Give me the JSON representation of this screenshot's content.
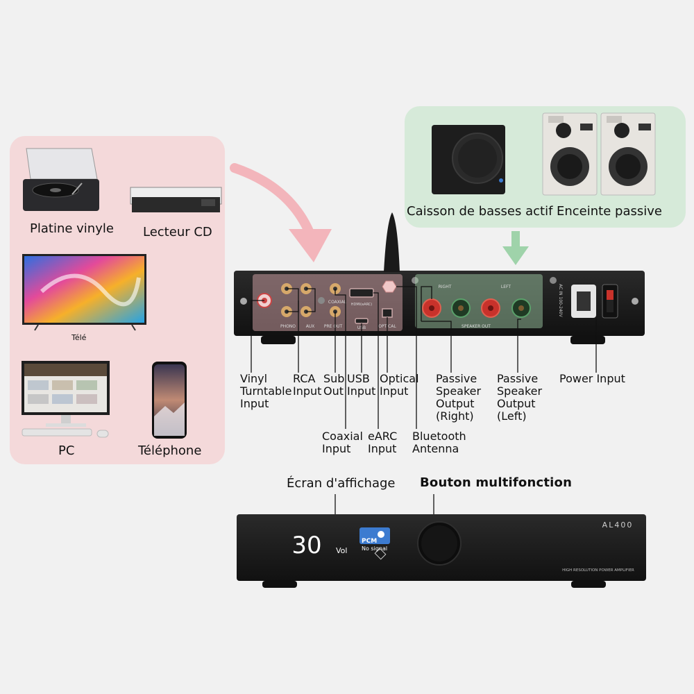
{
  "sources": {
    "vinyl": "Platine vinyle",
    "cd": "Lecteur CD",
    "tv": "Télé",
    "pc": "PC",
    "phone": "Téléphone"
  },
  "speakers": {
    "subwoofer": "Caisson de basses actif",
    "passive": "Enceinte passive"
  },
  "ports": {
    "vinyl": "Vinyl\nTurntable\nInput",
    "rca": "RCA\nInput",
    "sub": "Sub\nOut",
    "usb": "USB\nInput",
    "optical": "Optical\nInput",
    "speaker_right": "Passive\nSpeaker\nOutput\n(Right)",
    "speaker_left": "Passive\nSpeaker\nOutput\n(Left)",
    "power": "Power Input",
    "coaxial": "Coaxial\nInput",
    "earc": "eARC\nInput",
    "bluetooth": "Bluetooth\nAntenna"
  },
  "panel_markings": {
    "phono": "PHONO",
    "aux": "AUX",
    "coaxial": "COAXIAL",
    "pre_out": "PRE OUT",
    "hdmi": "HDMI(eARC)",
    "usb": "USB",
    "optical": "OPTICAL",
    "right": "RIGHT",
    "left": "LEFT",
    "speaker_out": "SPEAKER OUT",
    "ac": "AC IN 100-240V"
  },
  "front": {
    "display_label": "Écran d'affichage",
    "knob_label": "Bouton multifonction",
    "volume_value": "30",
    "volume_unit": "Vol",
    "format": "PCM",
    "signal": "No signal",
    "brand": "AL400",
    "subtitle": "HIGH RESOLUTION POWER AMPLIFIER"
  },
  "colors": {
    "pink_panel": "#f4d9da",
    "green_panel": "#d6ead9",
    "arrow_pink": "#f3b5bb",
    "arrow_green": "#9fd3aa",
    "amp_body": "#1b1b1b",
    "terminal_red": "#c8322b",
    "display_blue": "#3c7bd0"
  }
}
